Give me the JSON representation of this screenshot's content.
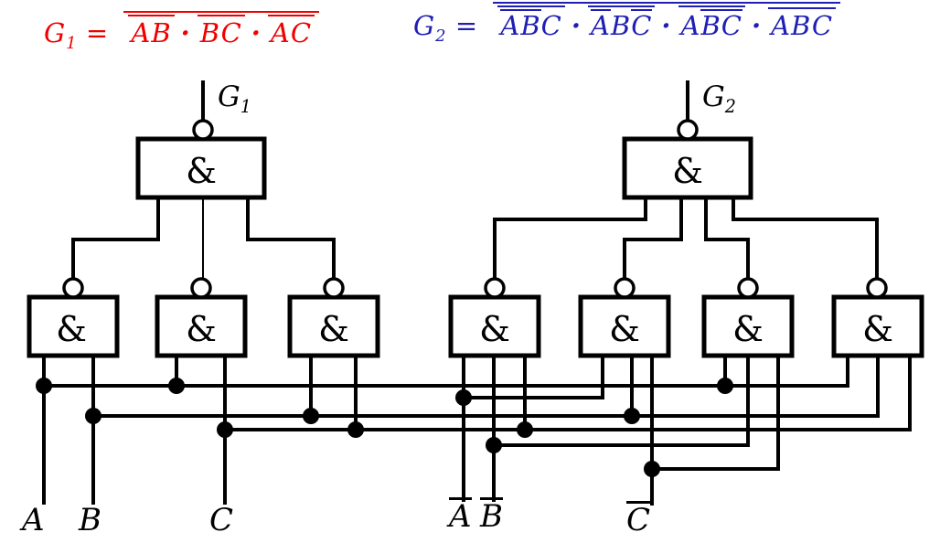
{
  "formulas": [
    {
      "name": "G1",
      "color": "#f00000",
      "lhs": {
        "base": "G",
        "sub": "1",
        "eq": " = "
      },
      "terms": [
        [
          {
            "l": "A"
          },
          {
            "l": "B"
          }
        ],
        [
          {
            "l": "B"
          },
          {
            "l": "C"
          }
        ],
        [
          {
            "l": "A"
          },
          {
            "l": "C"
          }
        ]
      ]
    },
    {
      "name": "G2",
      "color": "#1f1fb4",
      "lhs": {
        "base": "G",
        "sub": "2",
        "eq": " = "
      },
      "terms": [
        [
          {
            "l": "A",
            "bar": true
          },
          {
            "l": "B",
            "bar": true
          },
          {
            "l": "C"
          }
        ],
        [
          {
            "l": "A",
            "bar": true
          },
          {
            "l": "B"
          },
          {
            "l": "C",
            "bar": true
          }
        ],
        [
          {
            "l": "A"
          },
          {
            "l": "B",
            "bar": true
          },
          {
            "l": "C",
            "bar": true
          }
        ],
        [
          {
            "l": "A"
          },
          {
            "l": "B"
          },
          {
            "l": "C"
          }
        ]
      ]
    }
  ],
  "circuit": {
    "gate_symbol": "&",
    "outputs": [
      {
        "base": "G",
        "sub": "1"
      },
      {
        "base": "G",
        "sub": "2"
      }
    ],
    "inputs": [
      {
        "label": "A",
        "bar": false
      },
      {
        "label": "B",
        "bar": false
      },
      {
        "label": "C",
        "bar": false
      },
      {
        "label": "A",
        "bar": true
      },
      {
        "label": "B",
        "bar": true
      },
      {
        "label": "C",
        "bar": true
      }
    ],
    "gates": [
      {
        "id": "g1-output-nand",
        "symbol": "&",
        "inputs": [
          "NAND(A,B)",
          "NAND(A,C)",
          "NAND(B,C)"
        ],
        "output": "G1"
      },
      {
        "id": "nand-ab",
        "symbol": "&",
        "inputs": [
          "A",
          "B"
        ]
      },
      {
        "id": "nand-ac",
        "symbol": "&",
        "inputs": [
          "A",
          "C"
        ]
      },
      {
        "id": "nand-bc",
        "symbol": "&",
        "inputs": [
          "B",
          "C"
        ]
      },
      {
        "id": "g2-output-nand",
        "symbol": "&",
        "inputs": [
          "NAND(Ā,B̄,C)",
          "NAND(Ā,B,C̄)",
          "NAND(A,B̄,C̄)",
          "NAND(A,B,C)"
        ],
        "output": "G2"
      },
      {
        "id": "nand-na-nb-c",
        "symbol": "&",
        "inputs": [
          "Ā",
          "B̄",
          "C"
        ]
      },
      {
        "id": "nand-na-b-nc",
        "symbol": "&",
        "inputs": [
          "Ā",
          "B",
          "C̄"
        ]
      },
      {
        "id": "nand-a-nb-nc",
        "symbol": "&",
        "inputs": [
          "A",
          "B̄",
          "C̄"
        ]
      },
      {
        "id": "nand-a-b-c",
        "symbol": "&",
        "inputs": [
          "A",
          "B",
          "C"
        ]
      }
    ]
  }
}
